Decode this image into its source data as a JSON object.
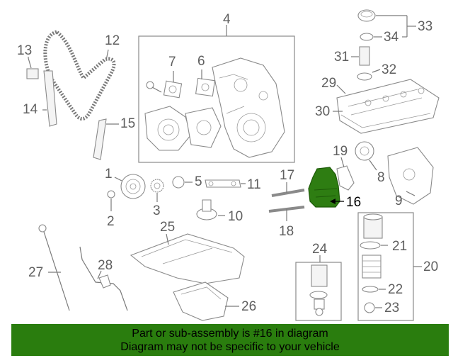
{
  "callouts": {
    "n1": "1",
    "n2": "2",
    "n3": "3",
    "n4": "4",
    "n5": "5",
    "n6": "6",
    "n7": "7",
    "n8": "8",
    "n9": "9",
    "n10": "10",
    "n11": "11",
    "n12": "12",
    "n13": "13",
    "n14": "14",
    "n15": "15",
    "n16": "16",
    "n17": "17",
    "n18": "18",
    "n19": "19",
    "n20": "20",
    "n21": "21",
    "n22": "22",
    "n23": "23",
    "n24": "24",
    "n25": "25",
    "n26": "26",
    "n27": "27",
    "n28": "28",
    "n29": "29",
    "n30": "30",
    "n31": "31",
    "n32": "32",
    "n33": "33",
    "n34": "34"
  },
  "highlight": {
    "part_number": "16",
    "color": "#2e7d12"
  },
  "banner": {
    "line1": "Part or sub-assembly is #16 in diagram",
    "line2": "Diagram may not be specific to your vehicle",
    "background": "#2a7d0e"
  }
}
